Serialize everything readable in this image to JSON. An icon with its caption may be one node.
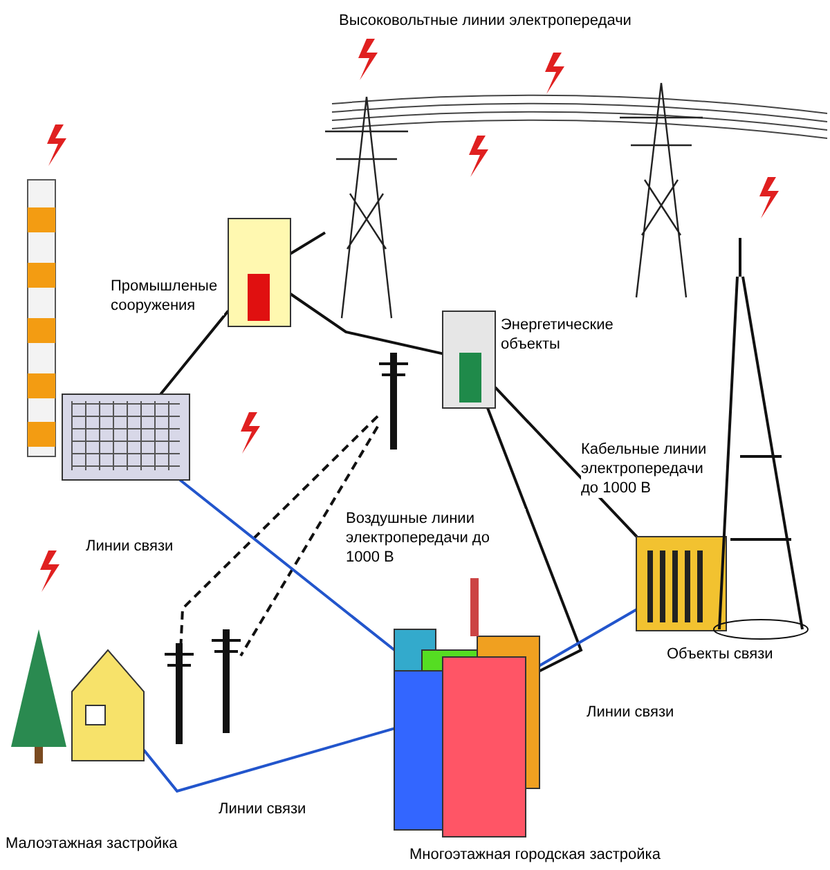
{
  "diagram": {
    "nodes": [
      {
        "text": [],
        "shape": "picture"
      },
      {
        "text": [],
        "shape": "picture"
      },
      {
        "text": [],
        "shape": "picture"
      },
      {
        "text": [],
        "shape": "picture"
      },
      {
        "text": [],
        "shape": "picture"
      },
      {
        "text": [],
        "shape": "picture"
      },
      {
        "text": [],
        "shape": "picture"
      },
      {
        "text": [],
        "shape": "picture"
      },
      {
        "text": [],
        "shape": "picture"
      },
      {
        "text": [],
        "shape": "picture"
      },
      {
        "text": [],
        "shape": "picture"
      },
      {
        "text": [],
        "shape": "picture"
      },
      {
        "text": [],
        "shape": "picture"
      },
      {
        "text": [],
        "shape": "picture",
        "beside": [
          "Многоэтажная городская застройка"
        ]
      }
    ],
    "edges": [
      {
        "from": 2,
        "to": 3,
        "arrow": "none"
      },
      {
        "from": 1,
        "to": 2,
        "arrow": "none"
      },
      {
        "from": 2,
        "to": 5,
        "arrow": "none"
      },
      {
        "from": 5,
        "to": 7,
        "arrow": "none"
      },
      {
        "from": 5,
        "to": 13,
        "arrow": "none"
      },
      {
        "from": 6,
        "to": 11,
        "arrow": "none",
        "style": "dashed"
      },
      {
        "from": 6,
        "to": 12,
        "arrow": "none",
        "style": "dashed"
      },
      {
        "from": 1,
        "to": 13,
        "arrow": "none",
        "color": "#2255cc"
      },
      {
        "from": 10,
        "to": 13,
        "arrow": "none",
        "color": "#2255cc"
      },
      {
        "from": 7,
        "to": 13,
        "arrow": "none",
        "color": "#2255cc"
      }
    ],
    "labels": [
      "Высоковольтные линии электропередачи",
      "Промышленые сооружения",
      "Энергетические объекты",
      "Кабельные линии электропередачи до 1000 В",
      "Линии связи",
      "Воздушные линии электропередачи до 1000 В",
      "Объекты связи",
      "Линии связи",
      "Линии связи",
      "Малоэтажная застройка"
    ]
  }
}
